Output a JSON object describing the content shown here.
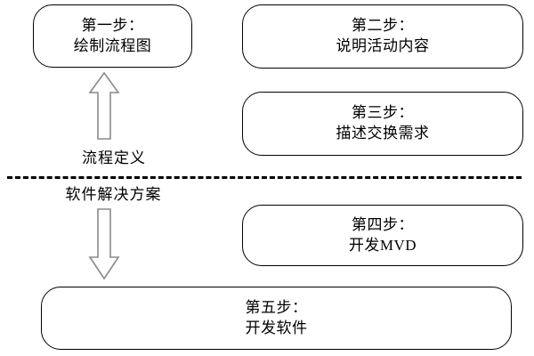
{
  "diagram": {
    "title_text_absent": "",
    "colors": {
      "background": "#ffffff",
      "box_border": "#000000",
      "box_fill": "#ffffff",
      "text": "#000000",
      "divider": "#000000",
      "arrow_stroke": "#8a8a8a",
      "arrow_fill": "#ffffff"
    },
    "boxes": [
      {
        "id": "step-1",
        "line1": "第一步：",
        "line2": "绘制流程图"
      },
      {
        "id": "step-2",
        "line1": "第二步：",
        "line2": "说明活动内容"
      },
      {
        "id": "step-3",
        "line1": "第三步：",
        "line2": "描述交换需求"
      },
      {
        "id": "step-4",
        "line1": "第四步：",
        "line2": "开发MVD"
      },
      {
        "id": "step-5",
        "line1": "第五步：",
        "line2": "开发软件"
      }
    ],
    "labels": {
      "above_divider": "流程定义",
      "below_divider": "软件解决方案"
    },
    "arrows": [
      {
        "id": "arrow-up",
        "direction": "up"
      },
      {
        "id": "arrow-down",
        "direction": "down"
      }
    ]
  }
}
